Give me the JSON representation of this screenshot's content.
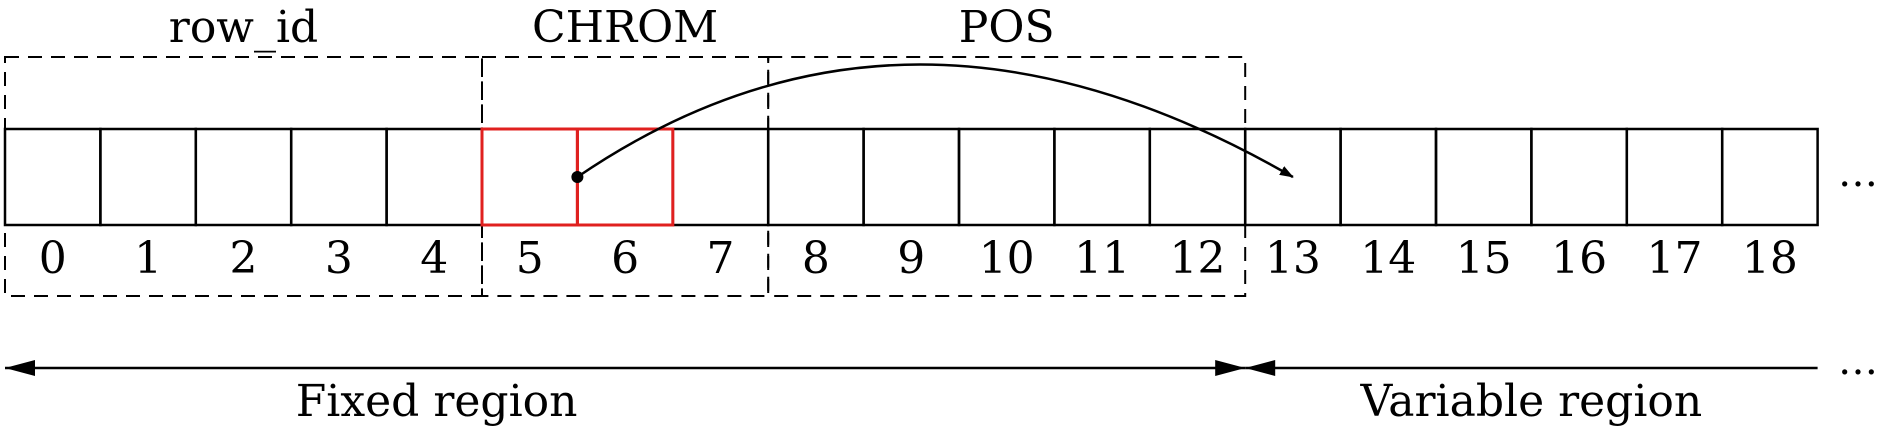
{
  "cells": {
    "indices": [
      "0",
      "1",
      "2",
      "3",
      "4",
      "5",
      "6",
      "7",
      "8",
      "9",
      "10",
      "11",
      "12",
      "13",
      "14",
      "15",
      "16",
      "17",
      "18"
    ],
    "ellipsis": "…",
    "highlighted": [
      5,
      6
    ],
    "highlight_color": "#e0201f"
  },
  "fields": [
    {
      "label": "row_id",
      "start": 0,
      "end": 5
    },
    {
      "label": "CHROM",
      "start": 5,
      "end": 8
    },
    {
      "label": "POS",
      "start": 8,
      "end": 13
    }
  ],
  "regions": {
    "fixed_label": "Fixed region",
    "variable_label": "Variable region",
    "ellipsis": "…",
    "split_index": 13
  },
  "pointer": {
    "from_index": 6,
    "to_index": 13
  }
}
